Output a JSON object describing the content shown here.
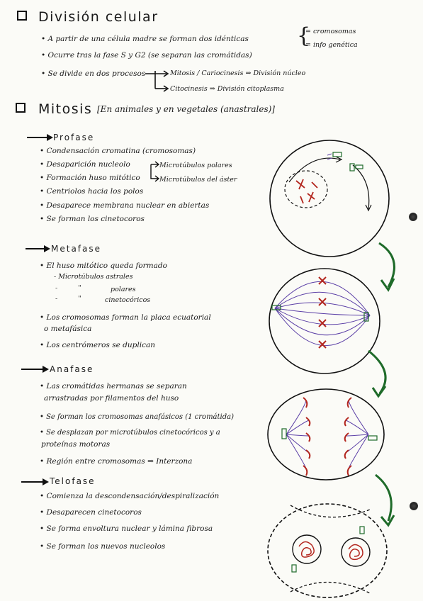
{
  "division": {
    "title": "División celular",
    "b1": "A partir de una célula madre se forman dos idénticas",
    "brace1": "= cromosomas",
    "brace2": "= info genética",
    "b2": "Ocurre tras la fase S y G2 (se separan las cromátidas)",
    "b3": "Se divide en dos procesos",
    "p1": "Mitosis / Cariocinesis ⇒ División núcleo",
    "p2": "Citocinesis ⇒ División citoplasma"
  },
  "mitosis": {
    "title": "Mitosis",
    "subtitle": "[En animales y en vegetales (anastrales)]"
  },
  "profase": {
    "title": "Profase",
    "items": [
      "Condensación cromatina (cromosomas)",
      "Desaparición nucleolo",
      "Formación huso mitótico",
      "Centriolos hacia los polos",
      "Desaparece membrana nuclear en abiertas",
      "Se forman los cinetocoros"
    ],
    "sub1": "Microtúbulos polares",
    "sub2": "Microtúbulos del áster"
  },
  "metafase": {
    "title": "Metafase",
    "b1": "El huso mitótico queda formado",
    "s1": "- Microtúbulos astrales",
    "s2": "polares",
    "s3": "cinetocóricos",
    "q": "\"",
    "b2a": "Los cromosomas forman la placa ecuatorial",
    "b2b": "o metafásica",
    "b3": "Los centrómeros se duplican"
  },
  "anafase": {
    "title": "Anafase",
    "b1a": "Las cromátidas hermanas se separan",
    "b1b": "arrastradas por filamentos del huso",
    "b2": "Se forman los cromosomas anafásicos (1 cromátida)",
    "b3a": "Se desplazan por microtúbulos cinetocóricos y a",
    "b3b": "proteínas motoras",
    "b4": "Región entre cromosomas ⇒ Interzona"
  },
  "telofase": {
    "title": "Telofase",
    "items": [
      "Comienza la descondensación/despiralización",
      "Desaparecen cinetocoros",
      "Se forma envoltura nuclear y lámina fibrosa",
      "Se forman los nuevos nucleolos"
    ]
  },
  "colors": {
    "ink": "#1a1a1a",
    "red": "#b3261e",
    "purple": "#5b3fa6",
    "green": "#1f6b2a"
  }
}
